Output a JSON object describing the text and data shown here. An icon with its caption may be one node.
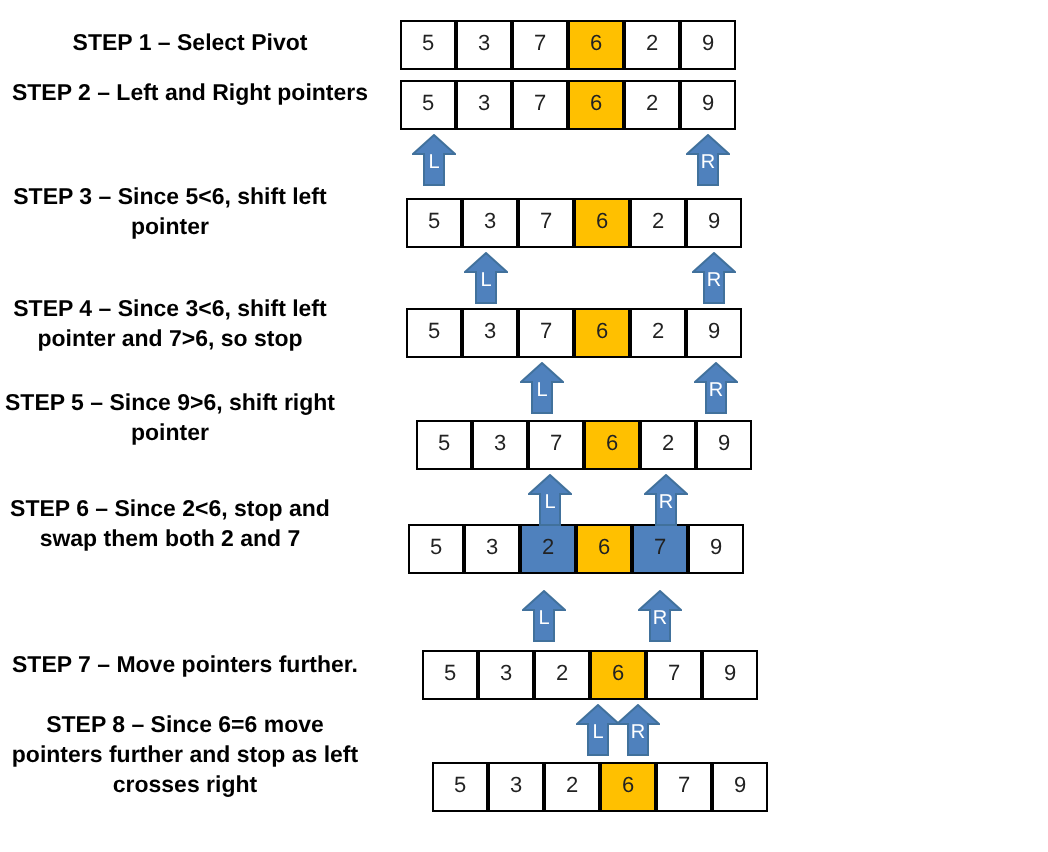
{
  "diagram": {
    "nodes": [
      {
        "text": [
          "5"
        ]
      },
      {
        "text": [
          "3"
        ]
      },
      {
        "text": [
          "7"
        ]
      },
      {
        "text": [
          "6"
        ]
      },
      {
        "text": [
          "2"
        ]
      },
      {
        "text": [
          "9"
        ]
      },
      {
        "text": [
          "5"
        ]
      },
      {
        "text": [
          "3"
        ]
      },
      {
        "text": [
          "7"
        ]
      },
      {
        "text": [
          "6"
        ]
      },
      {
        "text": [
          "2"
        ]
      },
      {
        "text": [
          "9"
        ]
      },
      {
        "text": [
          "L"
        ]
      },
      {
        "text": [
          "R"
        ]
      },
      {
        "text": [
          "5"
        ]
      },
      {
        "text": [
          "3"
        ]
      },
      {
        "text": [
          "7"
        ]
      },
      {
        "text": [
          "6"
        ]
      },
      {
        "text": [
          "2"
        ]
      },
      {
        "text": [
          "9"
        ]
      },
      {
        "text": [
          "L"
        ]
      },
      {
        "text": [
          "R"
        ]
      },
      {
        "text": [
          "5"
        ]
      },
      {
        "text": [
          "3"
        ]
      },
      {
        "text": [
          "7"
        ]
      },
      {
        "text": [
          "6"
        ]
      },
      {
        "text": [
          "2"
        ]
      },
      {
        "text": [
          "9"
        ]
      },
      {
        "text": [
          "L"
        ]
      },
      {
        "text": [
          "R"
        ]
      },
      {
        "text": [
          "5"
        ]
      },
      {
        "text": [
          "3"
        ]
      },
      {
        "text": [
          "7"
        ]
      },
      {
        "text": [
          "6"
        ]
      },
      {
        "text": [
          "2"
        ]
      },
      {
        "text": [
          "9"
        ]
      },
      {
        "text": [
          "L"
        ]
      },
      {
        "text": [
          "R"
        ]
      },
      {
        "text": [
          "5"
        ]
      },
      {
        "text": [
          "3"
        ]
      },
      {
        "text": [
          "2"
        ]
      },
      {
        "text": [
          "6"
        ]
      },
      {
        "text": [
          "7"
        ]
      },
      {
        "text": [
          "9"
        ]
      },
      {
        "text": [
          "L"
        ]
      },
      {
        "text": [
          "R"
        ]
      },
      {
        "text": [
          "5"
        ]
      },
      {
        "text": [
          "3"
        ]
      },
      {
        "text": [
          "2"
        ]
      },
      {
        "text": [
          "6"
        ]
      },
      {
        "text": [
          "7"
        ]
      },
      {
        "text": [
          "9"
        ]
      },
      {
        "text": [
          "L"
        ]
      },
      {
        "text": [
          "R"
        ]
      },
      {
        "text": [
          "5"
        ]
      },
      {
        "text": [
          "3"
        ]
      },
      {
        "text": [
          "2"
        ]
      },
      {
        "text": [
          "6"
        ]
      },
      {
        "text": [
          "7"
        ]
      },
      {
        "text": [
          "9"
        ]
      }
    ],
    "labels": [
      "STEP 1 – Select Pivot",
      "STEP 2 – Left and Right pointers",
      "STEP 3 – Since 5<6, shift left pointer",
      "STEP 4 – Since 3<6, shift left pointer and 7>6, so stop",
      "STEP 5 – Since 9>6, shift right pointer",
      "STEP 6 – Since 2<6, stop and swap them both 2 and 7",
      "STEP 7 – Move pointers further.",
      "STEP 8 – Since 6=6 move pointers further and stop as left crosses right"
    ]
  }
}
